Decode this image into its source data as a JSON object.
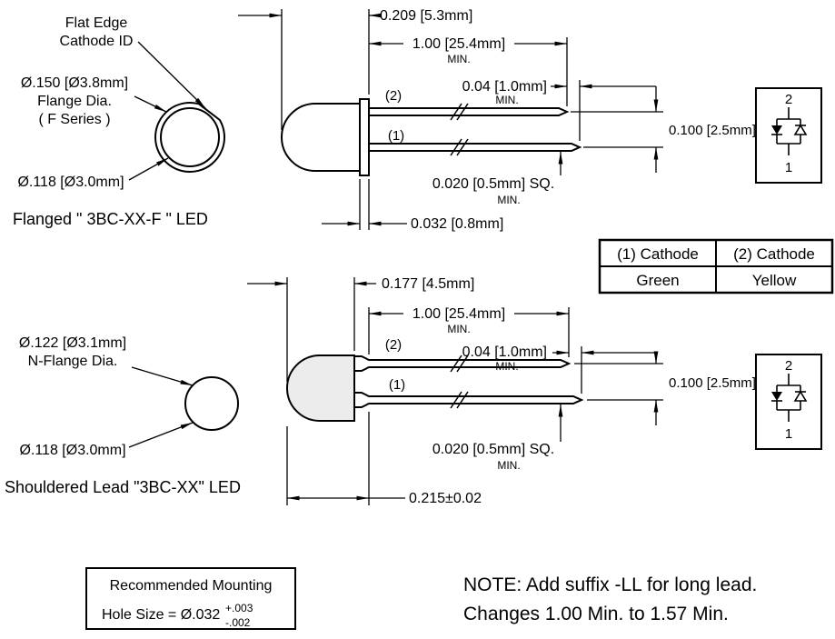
{
  "colors": {
    "ink": "#000000",
    "background": "#ffffff"
  },
  "flanged": {
    "flat_edge_label_line1": "Flat Edge",
    "flat_edge_label_line2": "Cathode ID",
    "flange_dia_label_line1": "Ø.150 [Ø3.8mm]",
    "flange_dia_label_line2": "Flange Dia.",
    "flange_dia_label_line3": "( F Series )",
    "body_dia_label": "Ø.118 [Ø3.0mm]",
    "caption": "Flanged \" 3BC-XX-F \" LED",
    "dims": {
      "tip_to_flange": "0.209 [5.3mm]",
      "lead_length": "1.00 [25.4mm]",
      "lead_length_min": "MIN.",
      "lead_tip": "0.04 [1.0mm]",
      "lead_tip_min": "MIN.",
      "lead_spacing": "0.100 [2.5mm]",
      "lead_square": "0.020 [0.5mm] SQ.",
      "lead_square_min": "MIN.",
      "flange_thickness": "0.032 [0.8mm]"
    },
    "pin2": "(2)",
    "pin1": "(1)",
    "symbol_top": "2",
    "symbol_bottom": "1"
  },
  "shouldered": {
    "nflange_dia_label_line1": "Ø.122 [Ø3.1mm]",
    "nflange_dia_label_line2": "N-Flange Dia.",
    "body_dia_label": "Ø.118 [Ø3.0mm]",
    "caption": "Shouldered Lead \"3BC-XX\" LED",
    "dims": {
      "tip_to_body": "0.177 [4.5mm]",
      "lead_length": "1.00 [25.4mm]",
      "lead_length_min": "MIN.",
      "lead_tip": "0.04 [1.0mm]",
      "lead_tip_min": "MIN.",
      "lead_spacing": "0.100 [2.5mm]",
      "lead_square": "0.020 [0.5mm] SQ.",
      "lead_square_min": "MIN.",
      "shoulder_length": "0.215±0.02"
    },
    "pin2": "(2)",
    "pin1": "(1)",
    "symbol_top": "2",
    "symbol_bottom": "1"
  },
  "table": {
    "headers": [
      "(1) Cathode",
      "(2) Cathode"
    ],
    "values": [
      "Green",
      "Yellow"
    ]
  },
  "mounting_box": {
    "line1": "Recommended Mounting",
    "line2": "Hole Size = Ø.032",
    "tol_plus": "+.003",
    "tol_minus": "-.002"
  },
  "note": {
    "line1": "NOTE: Add suffix -LL for long lead.",
    "line2": "Changes 1.00 Min. to 1.57 Min."
  }
}
